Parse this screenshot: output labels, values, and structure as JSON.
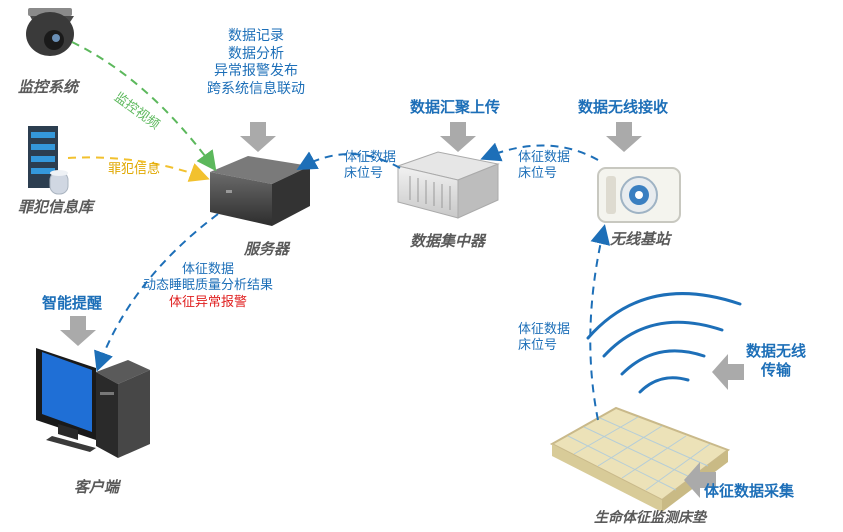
{
  "colors": {
    "blue": "#1d6fb8",
    "green": "#5cb85c",
    "yellow": "#f2c12e",
    "red": "#e02020",
    "gray_arrow": "#aaaaaa"
  },
  "nodes": {
    "monitor": {
      "label": "监控系统",
      "icon": "camera-icon"
    },
    "criminal_db": {
      "label": "罪犯信息库",
      "icon": "database-server-icon"
    },
    "server": {
      "label": "服务器",
      "icon": "server-box-icon"
    },
    "concentrator": {
      "label": "数据集中器",
      "icon": "rack-unit-icon"
    },
    "base_station": {
      "label": "无线基站",
      "icon": "wireless-base-icon"
    },
    "client": {
      "label": "客户端",
      "icon": "desktop-computer-icon"
    },
    "mattress": {
      "label": "生命体征监测床垫",
      "icon": "sensor-mattress-icon"
    }
  },
  "server_functions": [
    "数据记录",
    "数据分析",
    "异常报警发布",
    "跨系统信息联动"
  ],
  "headings": {
    "aggregate_upload": "数据汇聚上传",
    "wireless_receive": "数据无线接收",
    "smart_alert": "智能提醒",
    "wireless_transmit_line1": "数据无线",
    "wireless_transmit_line2": "传输",
    "vital_collect": "体征数据采集"
  },
  "link_labels": {
    "monitor_video": "监控视频",
    "criminal_info": "罪犯信息",
    "concentrator_to_server": [
      "体征数据",
      "床位号"
    ],
    "base_to_concentrator": [
      "体征数据",
      "床位号"
    ],
    "mattress_to_base": [
      "体征数据",
      "床位号"
    ],
    "server_to_client": [
      "体征数据",
      "动态睡眠质量分析结果"
    ],
    "server_to_client_alert": "体征异常报警"
  }
}
